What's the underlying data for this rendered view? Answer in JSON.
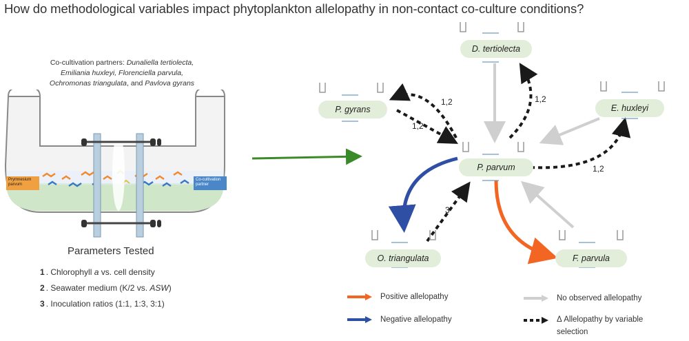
{
  "title": "How do methodological variables impact phytoplankton allelopathy in non-contact co-culture conditions?",
  "partners": {
    "prefix": "Co-cultivation partners: ",
    "species_line1": "Dunaliella tertiolecta,",
    "species_line2": "Emiliania huxleyi, Florenciella parvula,",
    "species_line3a": "Ochromonas triangulata",
    "line3_mid": ", and ",
    "species_line3b": "Pavlova gyrans"
  },
  "flask": {
    "left_tag": "Prymnesium parvum",
    "right_tag": "Co-cultivation partner"
  },
  "parameters": {
    "title": "Parameters Tested",
    "items": [
      {
        "num": "1",
        "text_a": ". Chlorophyll ",
        "text_b": "a",
        "text_c": " vs. cell density"
      },
      {
        "num": "2",
        "text_a": ". Seawater medium (K/2 vs. ",
        "text_b": "ASW",
        "text_c": ")"
      },
      {
        "num": "3",
        "text_a": ". Inoculation ratios (1:1, 1:3, 3:1)",
        "text_b": "",
        "text_c": ""
      }
    ]
  },
  "nodes": {
    "center": "P. parvum",
    "top": "D. tertiolecta",
    "left": "P. gyrans",
    "right": "E. huxleyi",
    "bottom_left": "O. triangulata",
    "bottom_right": "F. parvula"
  },
  "edge_labels": {
    "gyrans_out": "1,2",
    "gyrans_in": "1,2",
    "tertiolecta": "1,2",
    "huxleyi": "1,2",
    "triangulata": "3"
  },
  "legend": {
    "positive": "Positive allelopathy",
    "negative": "Negative allelopathy",
    "none": "No observed allelopathy",
    "delta_line1": "Δ Allelopathy by variable",
    "delta_line2": "selection"
  },
  "colors": {
    "positive": "#f26522",
    "negative": "#2e4fa3",
    "none": "#cfcfcf",
    "dashed": "#1a1a1a",
    "node_fill": "#e2eed9",
    "process_arrow": "#3a8a2a",
    "medium": "#cfe6c8",
    "tag_left": "#f0a040",
    "tag_right": "#4a86c8"
  }
}
